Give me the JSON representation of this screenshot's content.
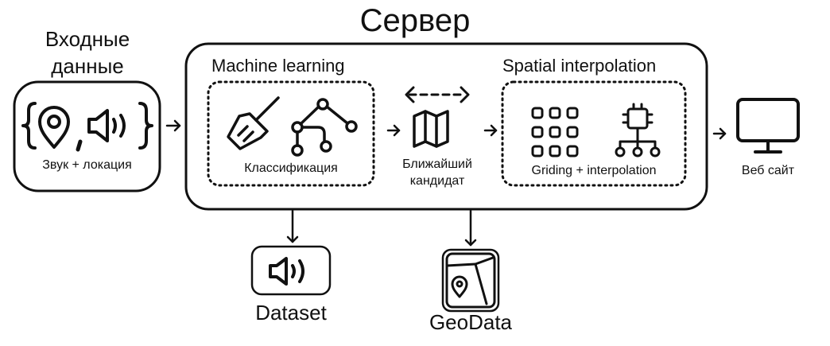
{
  "server": {
    "title": "Сервер"
  },
  "input": {
    "title_line1": "Входные",
    "title_line2": "данные",
    "caption": "Звук + локация",
    "icons": [
      "braces-icon",
      "location-pin-icon",
      "speaker-icon"
    ]
  },
  "machine_learning": {
    "title": "Machine learning",
    "caption": "Классификация",
    "icons": [
      "broom-icon",
      "decision-tree-icon"
    ]
  },
  "nearest": {
    "caption_line1": "Ближайший",
    "caption_line2": "кандидат",
    "icons": [
      "double-arrow-icon",
      "map-icon"
    ]
  },
  "spatial": {
    "title": "Spatial interpolation",
    "caption": "Griding + interpolation",
    "icons": [
      "grid-dots-icon",
      "chip-network-icon"
    ]
  },
  "website": {
    "caption": "Веб сайт",
    "icon": "monitor-icon"
  },
  "dataset": {
    "caption": "Dataset",
    "icon": "speaker-icon"
  },
  "geodata": {
    "caption": "GeoData",
    "icon": "map-pin-icon"
  }
}
